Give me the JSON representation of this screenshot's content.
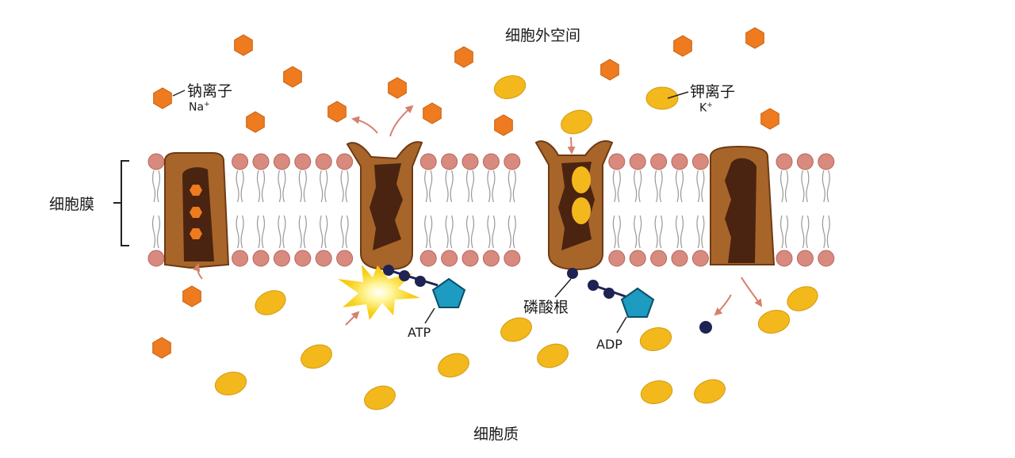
{
  "labels": {
    "extracellular": "细胞外空间",
    "cytoplasm": "细胞质",
    "membrane": "细胞膜",
    "sodium_name": "钠离子",
    "sodium_symbol": "Na",
    "sodium_charge": "+",
    "potassium_name": "钾离子",
    "potassium_symbol": "K",
    "potassium_charge": "+",
    "phosphate": "磷酸根",
    "atp": "ATP",
    "adp": "ADP"
  },
  "colors": {
    "lipid_head": "#d98a7e",
    "lipid_head_stroke": "#b5665c",
    "lipid_tail": "#999999",
    "protein_outer": "#a8652a",
    "protein_inner": "#4a2410",
    "sodium": "#ee7b1f",
    "potassium": "#f3b81c",
    "phosphate": "#1f2353",
    "pentose": "#1e9bc0",
    "arrow": "#d6806f"
  }
}
